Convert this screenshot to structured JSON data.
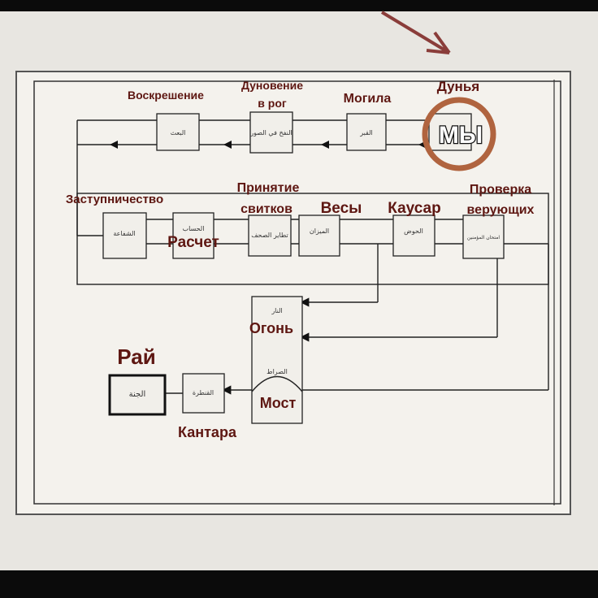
{
  "labels": {
    "resurrection": "Воскрешение",
    "trumpet_1": "Дуновение",
    "trumpet_2": "в рог",
    "grave": "Могила",
    "dunya": "Дунья",
    "we": "МЫ",
    "intercession": "Заступничество",
    "scrolls_1": "Принятие",
    "scrolls_2": "свитков",
    "scales": "Весы",
    "kawthar": "Каусар",
    "test_1": "Проверка",
    "test_2": "верующих",
    "reckoning": "Расчет",
    "fire": "Огонь",
    "bridge": "Мост",
    "paradise": "Рай",
    "qantara": "Кантара"
  },
  "arabic_boxes": {
    "baath": "البعث",
    "nafkh": "النفخ في الصور",
    "qabr": "القبر",
    "shafaa": "الشفاعة",
    "hisab": "الحساب",
    "suhuf": "تطاير الصحف",
    "mizan": "الميزان",
    "hawd": "الحوض",
    "imtihan": "امتحان المؤمنين",
    "nar": "النار",
    "sirat": "الصراط",
    "qantara": "القنطرة",
    "janna": "الجنة"
  },
  "colors": {
    "label": "#5e1712",
    "circle": "#b0643f",
    "arrow": "#8a3d3a"
  }
}
